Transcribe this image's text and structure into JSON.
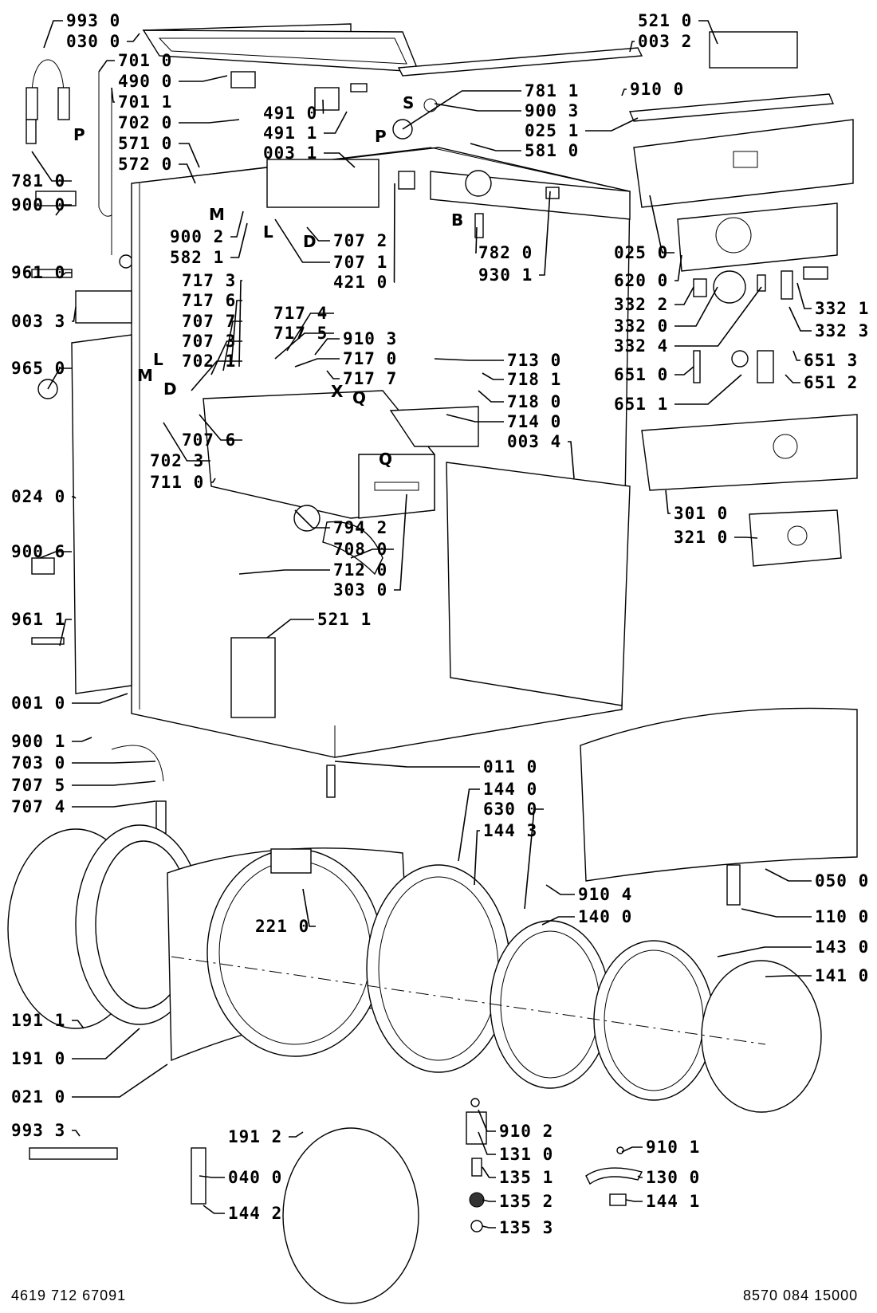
{
  "diagram": {
    "callouts": [
      {
        "id": "993-0",
        "text": "993 0"
      },
      {
        "id": "030-0",
        "text": "030 0"
      },
      {
        "id": "701-0",
        "text": "701 0"
      },
      {
        "id": "490-0",
        "text": "490 0"
      },
      {
        "id": "701-1",
        "text": "701 1"
      },
      {
        "id": "702-0",
        "text": "702 0"
      },
      {
        "id": "571-0",
        "text": "571 0"
      },
      {
        "id": "572-0",
        "text": "572 0"
      },
      {
        "id": "781-0",
        "text": "781 0"
      },
      {
        "id": "900-0",
        "text": "900 0"
      },
      {
        "id": "491-0",
        "text": "491 0"
      },
      {
        "id": "491-1",
        "text": "491 1"
      },
      {
        "id": "003-1",
        "text": "003 1"
      },
      {
        "id": "781-1",
        "text": "781 1"
      },
      {
        "id": "900-3",
        "text": "900 3"
      },
      {
        "id": "025-1",
        "text": "025 1"
      },
      {
        "id": "581-0",
        "text": "581 0"
      },
      {
        "id": "521-0",
        "text": "521 0"
      },
      {
        "id": "003-2",
        "text": "003 2"
      },
      {
        "id": "910-0",
        "text": "910 0"
      },
      {
        "id": "900-2",
        "text": "900 2"
      },
      {
        "id": "582-1",
        "text": "582 1"
      },
      {
        "id": "707-2",
        "text": "707 2"
      },
      {
        "id": "707-1",
        "text": "707 1"
      },
      {
        "id": "421-0",
        "text": "421 0"
      },
      {
        "id": "782-0",
        "text": "782 0"
      },
      {
        "id": "930-1",
        "text": "930 1"
      },
      {
        "id": "025-0",
        "text": "025 0"
      },
      {
        "id": "620-0",
        "text": "620 0"
      },
      {
        "id": "961-0",
        "text": "961 0"
      },
      {
        "id": "003-3",
        "text": "003 3"
      },
      {
        "id": "717-3",
        "text": "717 3"
      },
      {
        "id": "717-6",
        "text": "717 6"
      },
      {
        "id": "707-7",
        "text": "707 7"
      },
      {
        "id": "707-3",
        "text": "707 3"
      },
      {
        "id": "702-1",
        "text": "702 1"
      },
      {
        "id": "717-4",
        "text": "717 4"
      },
      {
        "id": "717-5",
        "text": "717 5"
      },
      {
        "id": "910-3",
        "text": "910 3"
      },
      {
        "id": "717-0",
        "text": "717 0"
      },
      {
        "id": "717-7",
        "text": "717 7"
      },
      {
        "id": "713-0",
        "text": "713 0"
      },
      {
        "id": "718-1",
        "text": "718 1"
      },
      {
        "id": "718-0",
        "text": "718 0"
      },
      {
        "id": "714-0",
        "text": "714 0"
      },
      {
        "id": "003-4",
        "text": "003 4"
      },
      {
        "id": "332-2",
        "text": "332 2"
      },
      {
        "id": "332-0",
        "text": "332 0"
      },
      {
        "id": "332-4",
        "text": "332 4"
      },
      {
        "id": "332-1",
        "text": "332 1"
      },
      {
        "id": "332-3",
        "text": "332 3"
      },
      {
        "id": "651-0",
        "text": "651 0"
      },
      {
        "id": "651-3",
        "text": "651 3"
      },
      {
        "id": "651-2",
        "text": "651 2"
      },
      {
        "id": "651-1",
        "text": "651 1"
      },
      {
        "id": "965-0",
        "text": "965 0"
      },
      {
        "id": "707-6",
        "text": "707 6"
      },
      {
        "id": "702-3",
        "text": "702 3"
      },
      {
        "id": "711-0",
        "text": "711 0"
      },
      {
        "id": "024-0",
        "text": "024 0"
      },
      {
        "id": "301-0",
        "text": "301 0"
      },
      {
        "id": "321-0",
        "text": "321 0"
      },
      {
        "id": "900-6",
        "text": "900 6"
      },
      {
        "id": "794-2",
        "text": "794 2"
      },
      {
        "id": "708-0",
        "text": "708 0"
      },
      {
        "id": "712-0",
        "text": "712 0"
      },
      {
        "id": "303-0",
        "text": "303 0"
      },
      {
        "id": "961-1",
        "text": "961 1"
      },
      {
        "id": "521-1",
        "text": "521 1"
      },
      {
        "id": "001-0",
        "text": "001 0"
      },
      {
        "id": "900-1",
        "text": "900 1"
      },
      {
        "id": "703-0",
        "text": "703 0"
      },
      {
        "id": "707-5",
        "text": "707 5"
      },
      {
        "id": "707-4",
        "text": "707 4"
      },
      {
        "id": "011-0",
        "text": "011 0"
      },
      {
        "id": "144-0",
        "text": "144 0"
      },
      {
        "id": "630-0",
        "text": "630 0"
      },
      {
        "id": "144-3",
        "text": "144 3"
      },
      {
        "id": "050-0",
        "text": "050 0"
      },
      {
        "id": "910-4",
        "text": "910 4"
      },
      {
        "id": "110-0",
        "text": "110 0"
      },
      {
        "id": "140-0",
        "text": "140 0"
      },
      {
        "id": "221-0",
        "text": "221 0"
      },
      {
        "id": "143-0",
        "text": "143 0"
      },
      {
        "id": "141-0",
        "text": "141 0"
      },
      {
        "id": "191-1",
        "text": "191 1"
      },
      {
        "id": "191-0",
        "text": "191 0"
      },
      {
        "id": "021-0",
        "text": "021 0"
      },
      {
        "id": "993-3",
        "text": "993 3"
      },
      {
        "id": "191-2",
        "text": "191 2"
      },
      {
        "id": "910-2",
        "text": "910 2"
      },
      {
        "id": "131-0",
        "text": "131 0"
      },
      {
        "id": "910-1",
        "text": "910 1"
      },
      {
        "id": "040-0",
        "text": "040 0"
      },
      {
        "id": "135-1",
        "text": "135 1"
      },
      {
        "id": "130-0",
        "text": "130 0"
      },
      {
        "id": "135-2",
        "text": "135 2"
      },
      {
        "id": "144-1",
        "text": "144 1"
      },
      {
        "id": "144-2",
        "text": "144 2"
      },
      {
        "id": "135-3",
        "text": "135 3"
      }
    ],
    "letters": [
      {
        "id": "P1",
        "text": "P"
      },
      {
        "id": "S",
        "text": "S"
      },
      {
        "id": "P2",
        "text": "P"
      },
      {
        "id": "M1",
        "text": "M"
      },
      {
        "id": "L1",
        "text": "L"
      },
      {
        "id": "D1",
        "text": "D"
      },
      {
        "id": "B",
        "text": "B"
      },
      {
        "id": "X",
        "text": "X"
      },
      {
        "id": "Q1",
        "text": "Q"
      },
      {
        "id": "L2",
        "text": "L"
      },
      {
        "id": "M2",
        "text": "M"
      },
      {
        "id": "D2",
        "text": "D"
      },
      {
        "id": "Q2",
        "text": "Q"
      }
    ]
  },
  "footer": {
    "left_code": "4619 712 67091",
    "right_code": "8570 084 15000"
  }
}
